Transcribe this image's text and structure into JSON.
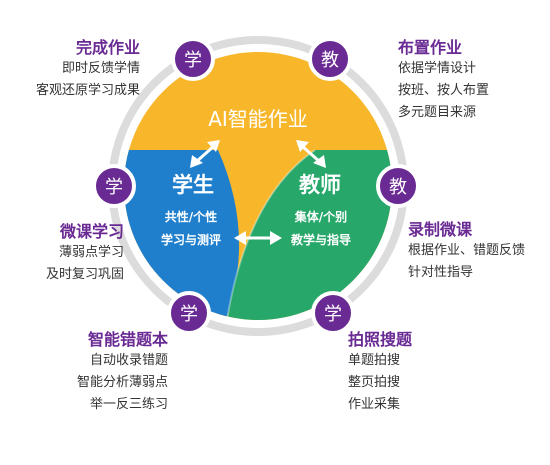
{
  "center": {
    "title": "AI智能作业",
    "student": {
      "title": "学生",
      "line1": "共性/个性",
      "line2": "学习与测评"
    },
    "teacher": {
      "title": "教师",
      "line1": "集体/个别",
      "line2": "教学与指导"
    }
  },
  "badges": {
    "learn": "学",
    "teach": "教"
  },
  "colors": {
    "yellow": "#f8b72a",
    "blue": "#1f7fcd",
    "green": "#27a86a",
    "purple": "#6a2a93",
    "ring": "#dcdcdc"
  },
  "groups": {
    "complete": {
      "title": "完成作业",
      "lines": [
        "即时反馈学情",
        "客观还原学习成果"
      ]
    },
    "assign": {
      "title": "布置作业",
      "lines": [
        "依据学情设计",
        "按班、按人布置",
        "多元题目来源"
      ]
    },
    "microlesson": {
      "title": "微课学习",
      "lines": [
        "薄弱点学习",
        "及时复习巩固"
      ]
    },
    "record": {
      "title": "录制微课",
      "lines": [
        "根据作业、错题反馈",
        "针对性指导"
      ]
    },
    "mistakes": {
      "title": "智能错题本",
      "lines": [
        "自动收录错题",
        "智能分析薄弱点",
        "举一反三练习"
      ]
    },
    "photo": {
      "title": "拍照搜题",
      "lines": [
        "单题拍搜",
        "整页拍搜",
        "作业采集"
      ]
    }
  }
}
